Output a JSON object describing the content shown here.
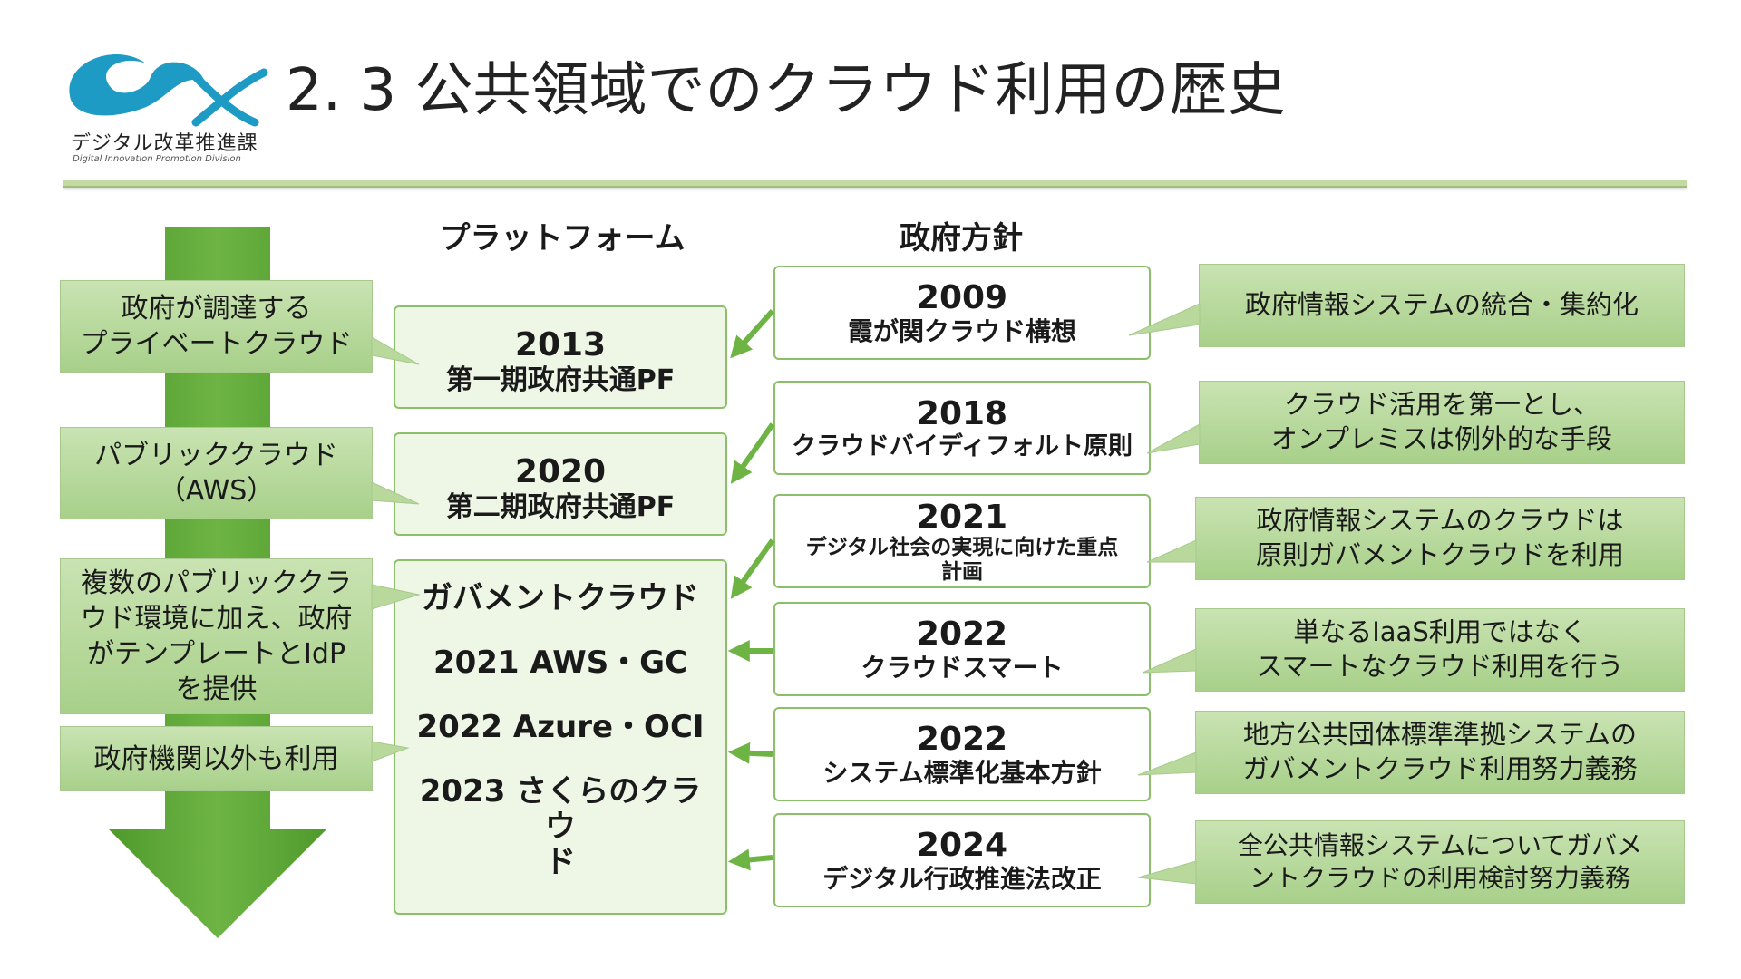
{
  "logo": {
    "org": "デジタル改革推進課",
    "org_en": "Digital Innovation Promotion Division"
  },
  "title": "2. 3 公共領域でのクラウド利用の歴史",
  "columns": {
    "platform": "プラットフォーム",
    "policy": "政府方針"
  },
  "left_labels": [
    "政府が調達する\nプライベートクラウド",
    "パブリッククラウド\n（AWS）",
    "複数のパブリッククラ\nウド環境に加え、政府\nがテンプレートとIdP\nを提供",
    "政府機関以外も利用"
  ],
  "platforms": [
    {
      "year": "2013",
      "name": "第一期政府共通PF"
    },
    {
      "year": "2020",
      "name": "第二期政府共通PF"
    }
  ],
  "gov_cloud": {
    "title": "ガバメントクラウド",
    "items": [
      "2021 AWS・GC",
      "2022 Azure・OCI",
      "2023 さくらのクラウ\nド"
    ]
  },
  "policies": [
    {
      "year": "2009",
      "name": "霞が関クラウド構想",
      "note": "政府情報システムの統合・集約化"
    },
    {
      "year": "2018",
      "name": "クラウドバイディフォルト原則",
      "note": "クラウド活用を第一とし、\nオンプレミスは例外的な手段"
    },
    {
      "year": "2021",
      "name": "デジタル社会の実現に向けた重点\n計画",
      "note": "政府情報システムのクラウドは\n原則ガバメントクラウドを利用"
    },
    {
      "year": "2022",
      "name": "クラウドスマート",
      "note": "単なるIaaS利用ではなく\nスマートなクラウド利用を行う"
    },
    {
      "year": "2022",
      "name": "システム標準化基本方針",
      "note": "地方公共団体標準準拠システムの\nガバメントクラウド利用努力義務"
    },
    {
      "year": "2024",
      "name": "デジタル行政推進法改正",
      "note": "全公共情報システムについてガバメ\nントクラウドの利用検討努力義務"
    }
  ],
  "colors": {
    "green_dark": "#5ca337",
    "green_light": "#c9e3b2",
    "border": "#8cbf6a"
  }
}
